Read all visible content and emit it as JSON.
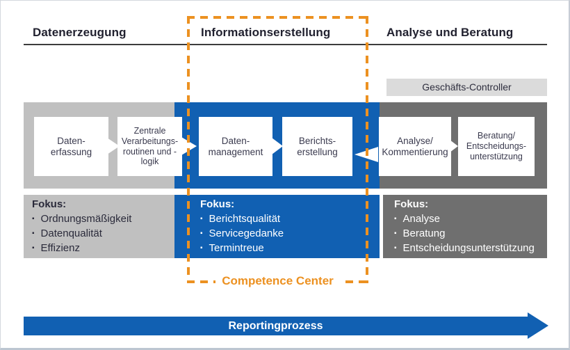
{
  "titles": {
    "left": "Datenerzeugung",
    "center": "Informationserstellung",
    "right": "Analyse und Beratung"
  },
  "controller_badge": "Geschäfts-Controller",
  "boxes": {
    "b1": "Daten-\nerfassung",
    "b2": "Zentrale\nVerarbeitungs-\nroutinen und -\nlogik",
    "b3": "Daten-\nmanagement",
    "b4": "Berichts-\nerstellung",
    "b5": "Analyse/\nKommentierung",
    "b6": "Beratung/\nEntscheidungs-\nunterstützung"
  },
  "focus_panels": [
    {
      "heading": "Fokus:",
      "items": [
        "Ordnungsmäßigkeit",
        "Datenqualität",
        "Effizienz"
      ]
    },
    {
      "heading": "Fokus:",
      "items": [
        "Berichtsqualität",
        "Servicegedanke",
        "Termintreue"
      ]
    },
    {
      "heading": "Fokus:",
      "items": [
        "Analyse",
        "Beratung",
        "Entscheidungsunterstützung"
      ]
    }
  ],
  "competence_center": {
    "label": "Competence Center"
  },
  "reporting_arrow": {
    "label": "Reportingprozess"
  },
  "icons": {
    "bullet": "▪"
  },
  "colors": {
    "accent_blue": "#1160B2",
    "band_light_gray": "#C0C0C0",
    "band_dark_gray": "#6F6F6F",
    "badge_gray": "#DBDBDB",
    "competence_orange": "#EC9121",
    "header_line": "#3C3C3C"
  }
}
